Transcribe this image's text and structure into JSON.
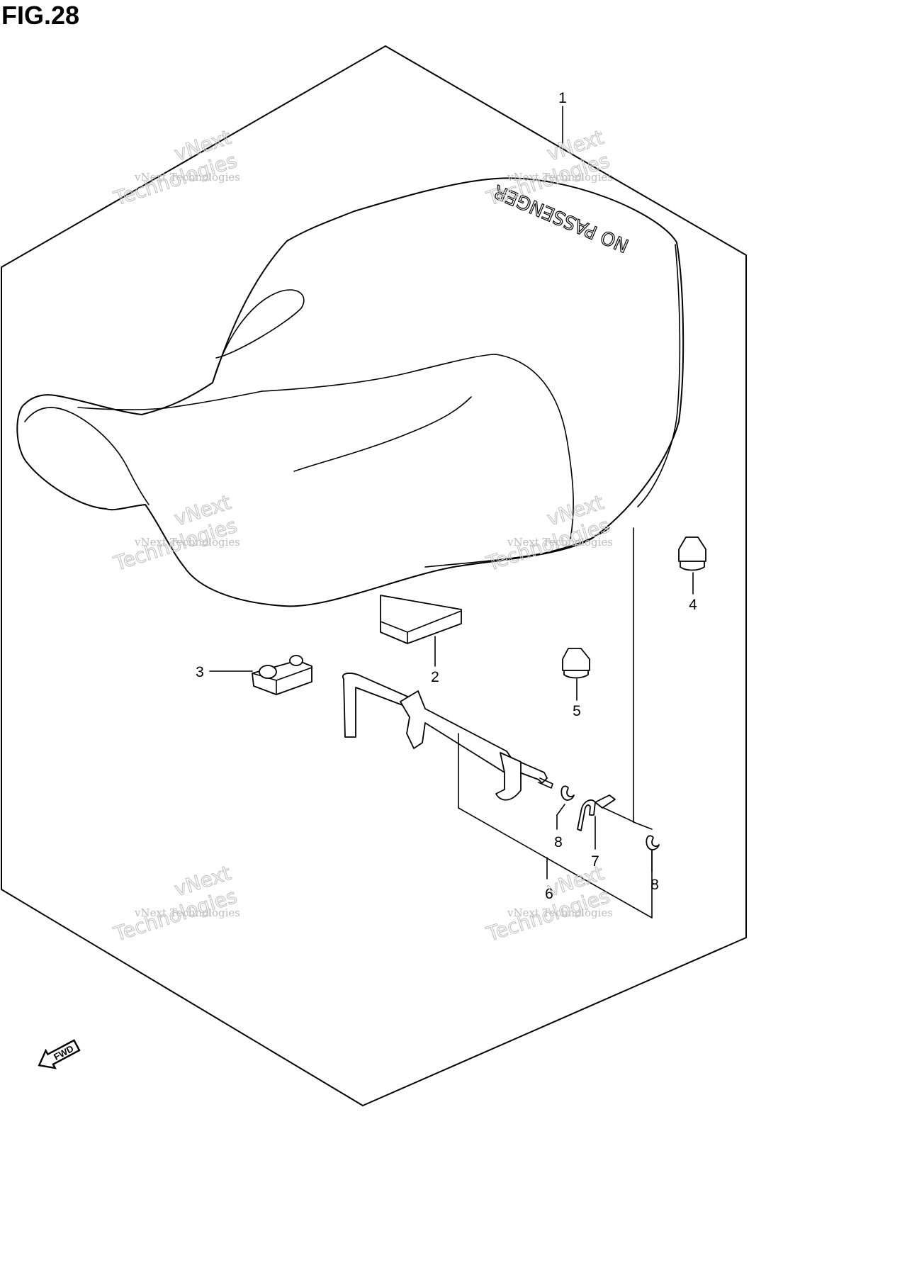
{
  "figure": {
    "title": "FIG.28"
  },
  "seat_label": "NO PASSENGER",
  "callouts": [
    {
      "id": "1",
      "label": "1"
    },
    {
      "id": "2",
      "label": "2"
    },
    {
      "id": "3",
      "label": "3"
    },
    {
      "id": "4",
      "label": "4"
    },
    {
      "id": "5",
      "label": "5"
    },
    {
      "id": "6",
      "label": "6"
    },
    {
      "id": "7",
      "label": "7"
    },
    {
      "id": "8a",
      "label": "8"
    },
    {
      "id": "8b",
      "label": "8"
    }
  ],
  "watermark": {
    "line1": "vNext",
    "line2": "vNext Technologies",
    "line3": "Technologies"
  },
  "fwd_arrow": {
    "label": "FWD"
  }
}
